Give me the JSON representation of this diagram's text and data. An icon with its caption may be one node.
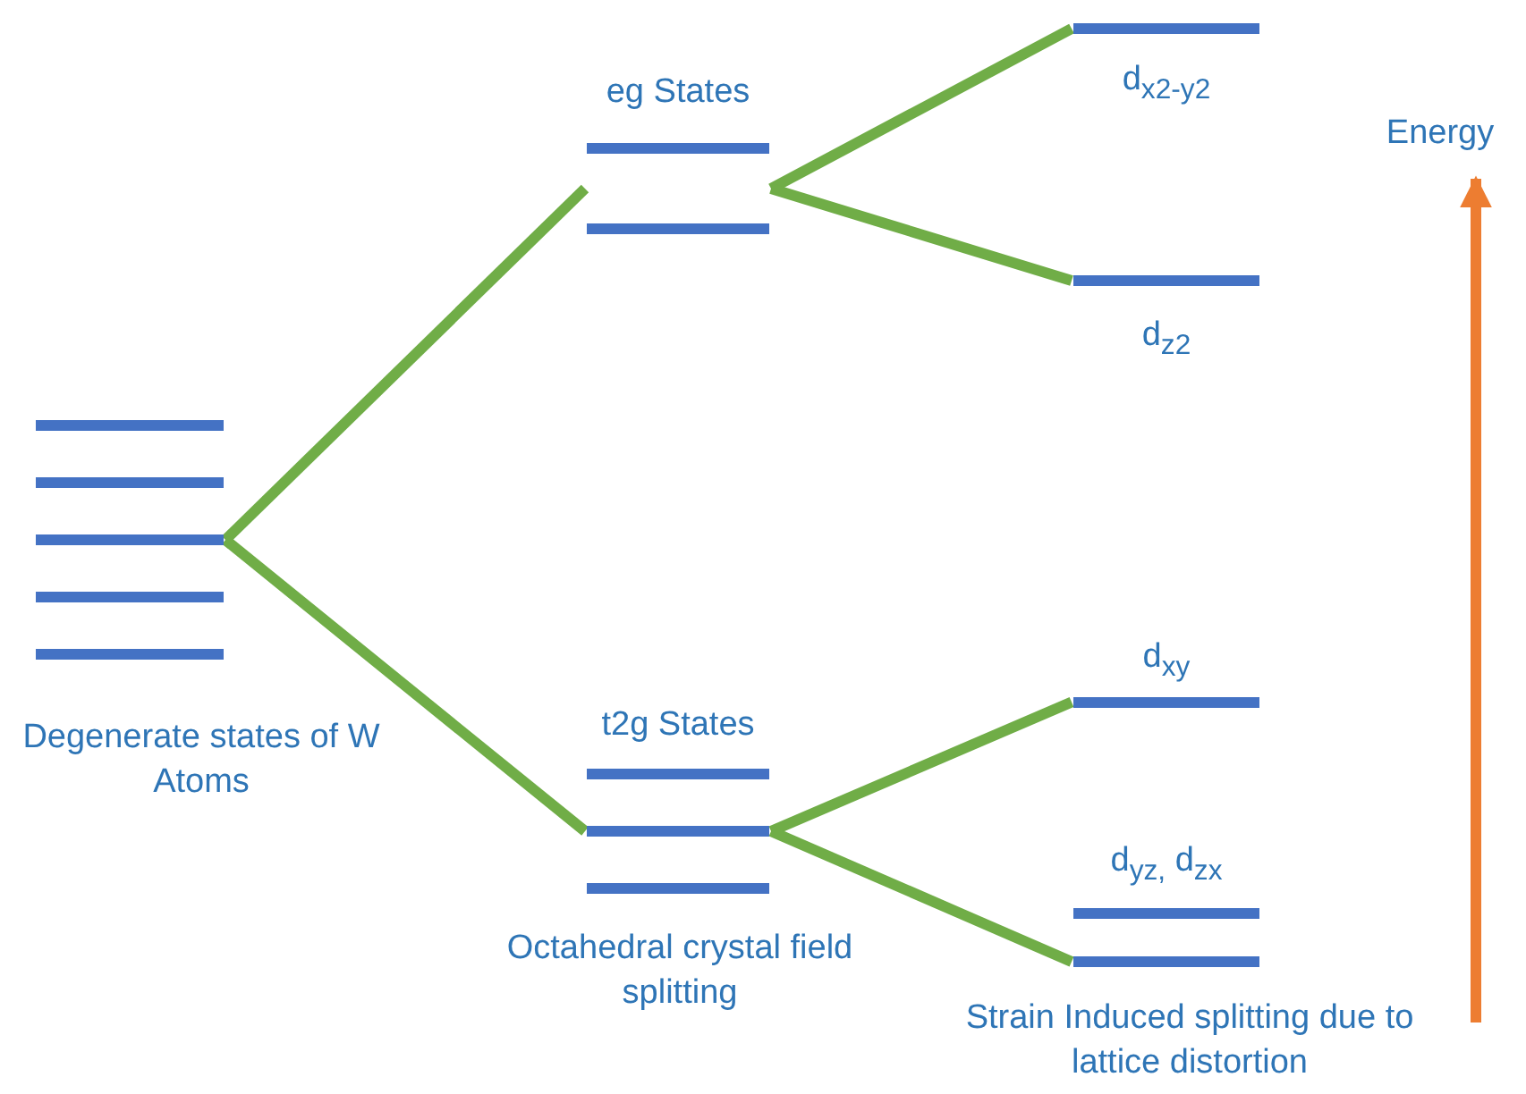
{
  "diagram": {
    "nodes": [
      {
        "text": [],
        "shape": "bar",
        "beside": [
          "Degenerate states of W Atoms"
        ]
      },
      {
        "text": [
          "eg States"
        ]
      },
      {
        "text": [
          "t2g States"
        ]
      },
      {
        "text": [
          "d$_{x2-y2}$"
        ]
      },
      {
        "text": [
          "d$_{z2}$"
        ]
      },
      {
        "text": [
          "d$_{xy}$"
        ]
      },
      {
        "text": [
          "d$_{yz,}$ d$_{zx}$"
        ]
      },
      {
        "text": [],
        "shape": "bar"
      }
    ],
    "edges": [
      {
        "from": 0,
        "to": 1,
        "arrow": "none"
      },
      {
        "from": 1,
        "to": 3,
        "arrow": "none"
      },
      {
        "from": 1,
        "to": 4,
        "arrow": "none"
      },
      {
        "from": 0,
        "to": 2,
        "arrow": "none"
      },
      {
        "from": 2,
        "to": 5,
        "arrow": "none"
      },
      {
        "from": 2,
        "to": 7,
        "arrow": "none"
      }
    ],
    "labels": [
      "Energy",
      "Octahedral crystal field splitting",
      "Strain Induced splitting due to lattice distortion"
    ]
  }
}
